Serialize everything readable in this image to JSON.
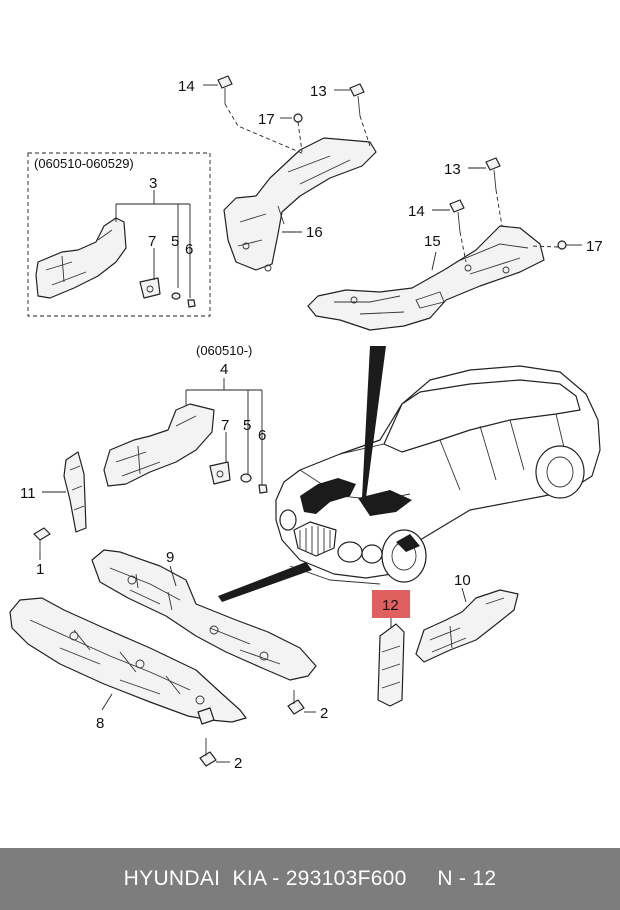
{
  "labels": {
    "p1": "1",
    "p2a": "2",
    "p2b": "2",
    "p3": "3",
    "p4": "4",
    "p5a": "5",
    "p5b": "5",
    "p6a": "6",
    "p6b": "6",
    "p7a": "7",
    "p7b": "7",
    "p8": "8",
    "p9": "9",
    "p10": "10",
    "p11": "11",
    "p12": "12",
    "p13a": "13",
    "p13b": "13",
    "p14a": "14",
    "p14b": "14",
    "p15": "15",
    "p16": "16",
    "p17a": "17",
    "p17b": "17"
  },
  "notes": {
    "range_box": "(060510-060529)",
    "range_open": "(060510-)"
  },
  "highlight": {
    "part": "12",
    "color": "#e06060"
  },
  "footer": {
    "text": "HYUNDAI  KIA - 293103F600     N - 12",
    "background": "#7d7d7d"
  }
}
